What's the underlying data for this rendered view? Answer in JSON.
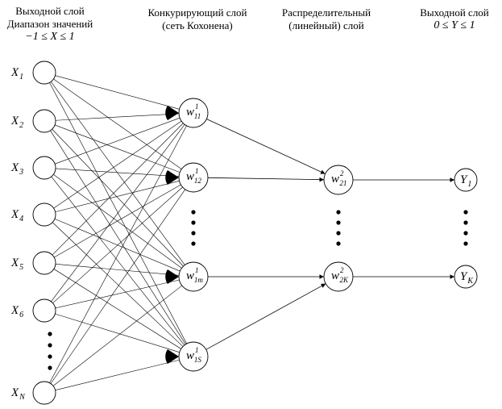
{
  "headers": {
    "input": {
      "line1": "Выходной слой",
      "line2": "Диапазон значений",
      "range": "−1 ≤ X ≤ 1"
    },
    "kohonen": {
      "line1": "Конкурирующий слой",
      "line2": "(сеть Кохонена)"
    },
    "grossberg": {
      "line1": "Распределительный",
      "line2": "(линейный) слой"
    },
    "output": {
      "line1": "Выходной слой",
      "range": "0 ≤ Y ≤ 1"
    }
  },
  "input_nodes": [
    {
      "main": "X",
      "sub": "1"
    },
    {
      "main": "X",
      "sub": "2"
    },
    {
      "main": "X",
      "sub": "3"
    },
    {
      "main": "X",
      "sub": "4"
    },
    {
      "main": "X",
      "sub": "5"
    },
    {
      "main": "X",
      "sub": "6"
    },
    {
      "main": "X",
      "sub": "N"
    }
  ],
  "kohonen_nodes": [
    {
      "main": "w",
      "sup": "1",
      "sub": "11"
    },
    {
      "main": "w",
      "sup": "1",
      "sub": "12"
    },
    {
      "main": "w",
      "sup": "1",
      "sub": "1m"
    },
    {
      "main": "w",
      "sup": "1",
      "sub": "1S"
    }
  ],
  "grossberg_nodes": [
    {
      "main": "w",
      "sup": "2",
      "sub": "21"
    },
    {
      "main": "w",
      "sup": "2",
      "sub": "2K"
    }
  ],
  "output_nodes": [
    {
      "main": "Y",
      "sub": "1"
    },
    {
      "main": "Y",
      "sub": "K"
    }
  ]
}
